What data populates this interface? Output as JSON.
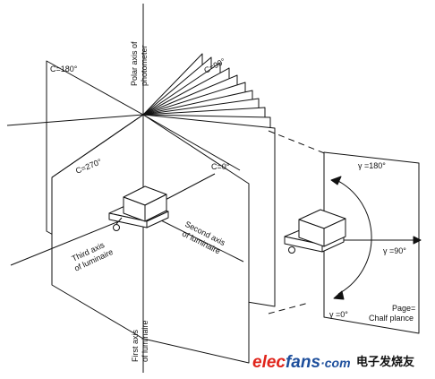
{
  "diagram": {
    "labels": {
      "polar_axis_line1": "Polar axis of",
      "polar_axis_line2": "photometer",
      "first_axis_line1": "First axis",
      "first_axis_line2": "of luminaire",
      "second_axis_line1": "Second axis",
      "second_axis_line2": "of luminaire",
      "third_axis_line1": "Third axis",
      "third_axis_line2": "of luminaire",
      "c180": "C=180°",
      "c90": "C=90°",
      "c270": "C=270°",
      "c0": "C=0°",
      "gamma180": "γ =180°",
      "gamma90": "γ =90°",
      "gamma0": "γ =0°",
      "page_line1": "Page=",
      "page_line2": "Chalf plance"
    },
    "watermark": {
      "brand_red": "elec",
      "brand_blue": "fans",
      "brand_dot": "·com",
      "chinese": "电子发烧友"
    }
  }
}
